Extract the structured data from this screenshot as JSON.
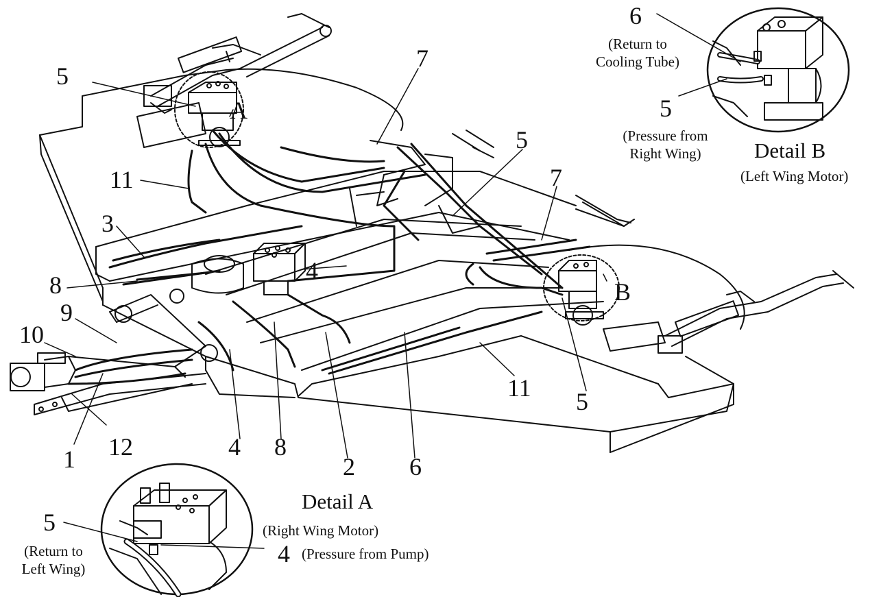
{
  "callouts": {
    "c1": "1",
    "c2": "2",
    "c3": "3",
    "c4a": "4",
    "c4b": "4",
    "c5a": "5",
    "c5b": "5",
    "c5c": "5",
    "c6": "6",
    "c7a": "7",
    "c7b": "7",
    "c8a": "8",
    "c8b": "8",
    "c9": "9",
    "c10": "10",
    "c11a": "11",
    "c11b": "11",
    "c12": "12",
    "marker_a": "A",
    "marker_b": "B"
  },
  "detail_b": {
    "title": "Detail B",
    "subtitle": "(Left Wing Motor)",
    "num6": "6",
    "note6_line1": "(Return to",
    "note6_line2": "Cooling Tube)",
    "num5": "5",
    "note5_line1": "(Pressure from",
    "note5_line2": "Right Wing)"
  },
  "detail_a": {
    "title": "Detail A",
    "subtitle": "(Right Wing Motor)",
    "num5": "5",
    "note5_line1": "(Return to",
    "note5_line2": "Left Wing)",
    "num4": "4",
    "note4": "(Pressure from Pump)"
  },
  "colors": {
    "ink": "#111111",
    "paper": "#ffffff"
  }
}
